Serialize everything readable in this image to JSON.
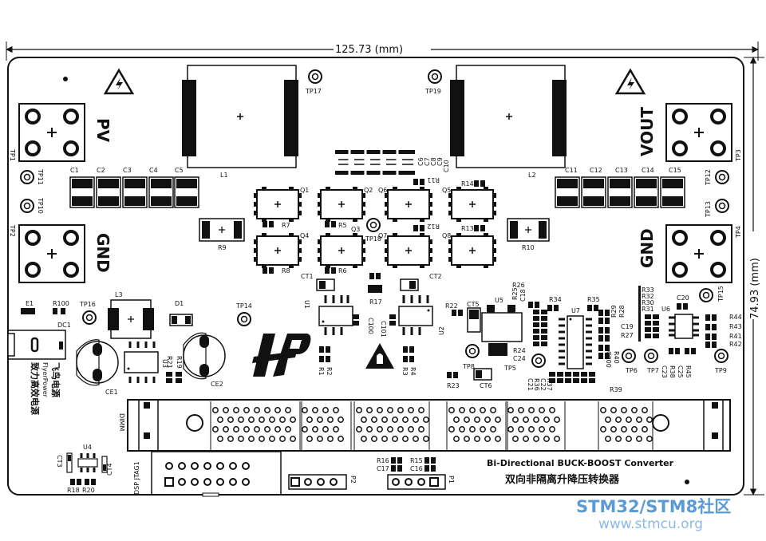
{
  "dimensions": {
    "width": "125.73 (mm)",
    "height": "74.93 (mm)"
  },
  "title": {
    "en": "Bi-Directional BUCK-BOOST Converter",
    "zh": "双向非隔离升降压转换器"
  },
  "brand": {
    "logo_text": "HP",
    "name_cn": "飞鸟电源",
    "name_en": "FlyerPower",
    "slogan_cn": "致力高效电源"
  },
  "terminals": {
    "pv": "PV",
    "vout": "VOUT",
    "gnd_left": "GND",
    "gnd_right": "GND"
  },
  "connectors": {
    "dimm": "DIMM",
    "jtag": "DSP JTAG1",
    "p1": "P1",
    "p2": "P2",
    "dc": "DC1"
  },
  "test_points": [
    "TP1",
    "TP2",
    "TP3",
    "TP4",
    "TP5",
    "TP6",
    "TP7",
    "TP8",
    "TP9",
    "TP10",
    "TP11",
    "TP12",
    "TP13",
    "TP14",
    "TP15",
    "TP16",
    "TP17",
    "TP18",
    "TP19"
  ],
  "inductors": [
    "L1",
    "L2",
    "L3"
  ],
  "caps_in": [
    "C1",
    "C2",
    "C3",
    "C4",
    "C5"
  ],
  "caps_out": [
    "C11",
    "C12",
    "C13",
    "C14",
    "C15"
  ],
  "caps_mid": [
    "C6",
    "C7",
    "C8",
    "C9",
    "C10"
  ],
  "mosfets": [
    "Q1",
    "Q2",
    "Q3",
    "Q4",
    "Q5",
    "Q6",
    "Q7",
    "Q8"
  ],
  "resistors_top": [
    "R7",
    "R5",
    "R8",
    "R6",
    "R9",
    "R10",
    "R11",
    "R12",
    "R13",
    "R14"
  ],
  "ics": [
    "U1",
    "U2",
    "U3",
    "U4",
    "U5",
    "U6",
    "U7"
  ],
  "misc": {
    "ct1": "CT1",
    "ct2": "CT2",
    "ct5": "CT5",
    "ct6": "CT6",
    "ct3": "CT3",
    "ct4": "CT4",
    "ce1": "CE1",
    "ce2": "CE2",
    "d1": "D1",
    "e1": "E1",
    "r100": "R100",
    "r17": "R17",
    "r22": "R22",
    "r23": "R23",
    "r24": "R24",
    "c24": "C24",
    "r26": "R26",
    "r25": "R25",
    "c18": "C18",
    "r34": "R34",
    "r35": "R35",
    "r29": "R29",
    "r28": "R28",
    "c19": "C19",
    "r27": "R27",
    "r40": "R40",
    "c200": "C200",
    "r39": "R39",
    "r33": "R33",
    "r32": "R32",
    "r30": "R30",
    "r31": "R31",
    "c20": "C20",
    "r44": "R44",
    "r43": "R43",
    "r41": "R41",
    "r42": "R42",
    "c23": "C23",
    "r38": "R38",
    "c25": "C25",
    "r45": "R45",
    "c21": "C21",
    "r36": "R36",
    "c22": "C22",
    "r37": "R37",
    "c100": "C100",
    "c101": "C101",
    "r1": "R1",
    "r2": "R2",
    "r3": "R3",
    "r4": "R4",
    "r21": "R21",
    "r19": "R19",
    "r18": "R18",
    "r20": "R20",
    "r16": "R16",
    "r15": "R15",
    "c17": "C17",
    "c16": "C16"
  },
  "watermark": {
    "line1": "STM32/STM8社区",
    "line2": "www.stmcu.org"
  },
  "colors": {
    "silkscreen": "#111111",
    "board": "#ffffff",
    "watermark": "#5b9bd5"
  }
}
